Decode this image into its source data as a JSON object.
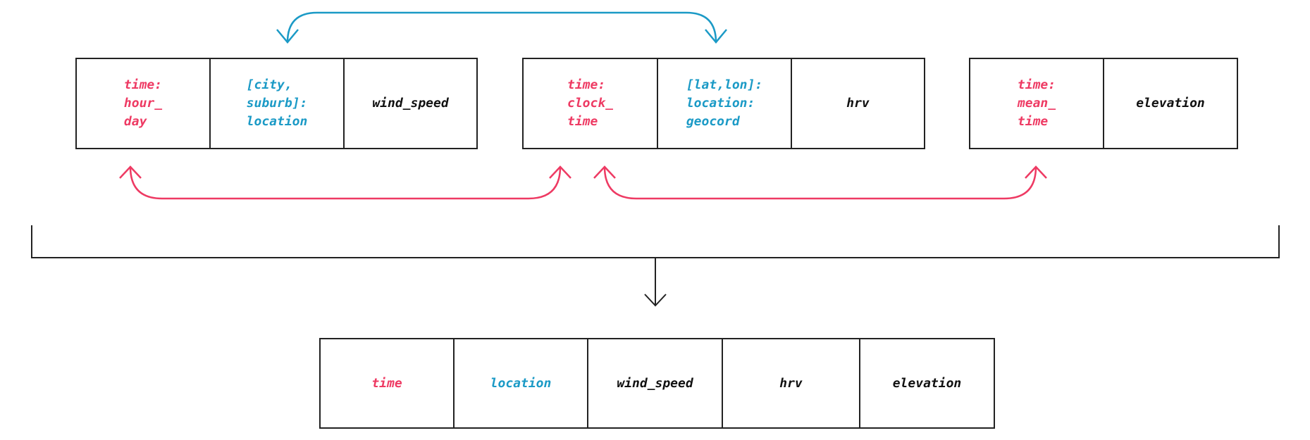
{
  "colors": {
    "time": "#ee3a63",
    "location": "#1b9ac6",
    "text": "#111111",
    "line": "#222222"
  },
  "input_tables": [
    {
      "cells": [
        {
          "text": "time:\nhour_\nday",
          "kind": "time"
        },
        {
          "text": "[city,\nsuburb]:\nlocation",
          "kind": "location"
        },
        {
          "text": "wind_speed",
          "kind": "plain"
        }
      ]
    },
    {
      "cells": [
        {
          "text": "time:\nclock_\ntime",
          "kind": "time"
        },
        {
          "text": "[lat,lon]:\nlocation:\ngeocord",
          "kind": "location"
        },
        {
          "text": "hrv",
          "kind": "plain"
        }
      ]
    },
    {
      "cells": [
        {
          "text": "time:\nmean_\ntime",
          "kind": "time"
        },
        {
          "text": "elevation",
          "kind": "plain"
        }
      ]
    }
  ],
  "output_table": {
    "cells": [
      {
        "text": "time",
        "kind": "time"
      },
      {
        "text": "location",
        "kind": "location"
      },
      {
        "text": "wind_speed",
        "kind": "plain"
      },
      {
        "text": "hrv",
        "kind": "plain"
      },
      {
        "text": "elevation",
        "kind": "plain"
      }
    ]
  },
  "links": [
    {
      "name": "location-link-arrow",
      "kind": "location",
      "from": "table-1.cell-2",
      "to": "table-2.cell-2"
    },
    {
      "name": "time-link-arrow-1",
      "kind": "time",
      "from": "table-1.cell-1",
      "to": "table-2.cell-1"
    },
    {
      "name": "time-link-arrow-2",
      "kind": "time",
      "from": "table-2.cell-1",
      "to": "table-3.cell-1"
    }
  ]
}
